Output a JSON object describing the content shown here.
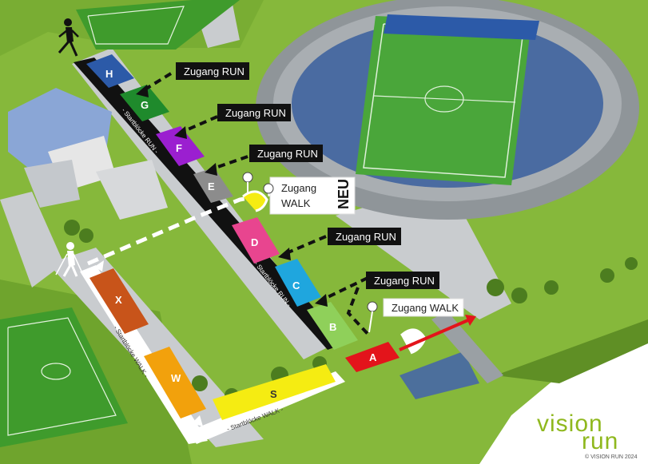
{
  "blocks": {
    "h": "H",
    "g": "G",
    "f": "F",
    "e": "E",
    "d": "D",
    "c": "C",
    "b": "B",
    "a": "A",
    "x": "X",
    "w": "W",
    "s": "S"
  },
  "callouts": {
    "run_1": "Zugang RUN",
    "run_2": "Zugang RUN",
    "run_3": "Zugang RUN",
    "run_4": "Zugang RUN",
    "run_5": "Zugang RUN",
    "walk_1_line1": "Zugang",
    "walk_1_line2": "WALK",
    "walk_2": "Zugang WALK",
    "neu": "NEU"
  },
  "strip_labels": {
    "run_upper": "- Startblöcke RUN -",
    "run_lower": "- Startblöcke RUN -",
    "walk_left": "- Startblöcke WALK -",
    "walk_bottom": "- Startblöcke WALK -"
  },
  "brand": {
    "line1": "vision",
    "line2": "run",
    "copyright": "© VISION RUN 2024"
  },
  "colors": {
    "grass": "#7fb034",
    "grass_dark": "#5f8f25",
    "pitch": "#3f9b2c",
    "stadium_grey": "#8f9599",
    "seats_blue": "#3a5f9e",
    "road": "#c9cccf",
    "run_strip": "#111111",
    "walk_strip": "#ffffff",
    "block_h": "#2c5aa8",
    "block_g": "#1f8a2c",
    "block_f": "#9b1fd0",
    "block_e": "#8c8c8c",
    "block_d": "#e8458f",
    "block_c": "#1fa6de",
    "block_b": "#8fd05a",
    "block_a": "#e3141b",
    "block_x": "#c8541a",
    "block_w": "#f2a10c",
    "block_s": "#f5ec12",
    "brand_green": "#8fb81e",
    "finish_arrow": "#e3141b"
  },
  "icons": [
    "runner-icon",
    "walker-icon",
    "pin-icon",
    "curved-arrow-icon",
    "dashed-arrow-icon"
  ]
}
